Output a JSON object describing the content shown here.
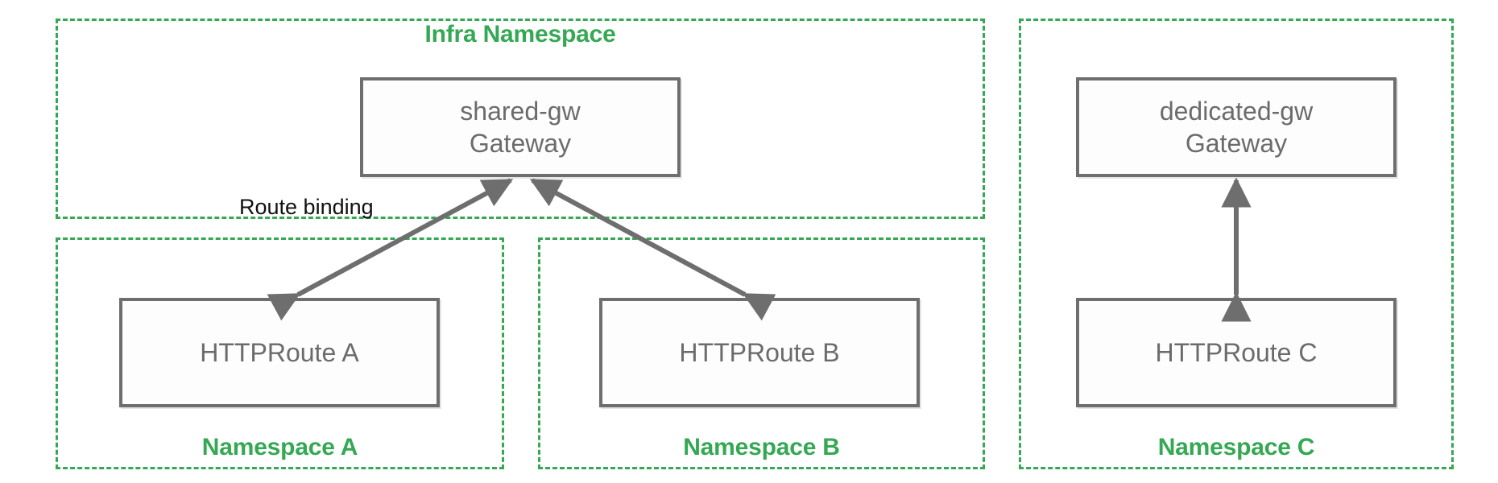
{
  "diagram": {
    "title_hidden": "",
    "accent_color": "#34a853",
    "box_border_color": "#6e6e6e",
    "box_text_color": "#6b6b6b",
    "annotation_color": "#111111",
    "background": "#ffffff"
  },
  "namespaces": [
    {
      "id": "infra",
      "label": "Infra Namespace",
      "label_position": "top"
    },
    {
      "id": "namespace-a",
      "label": "Namespace A",
      "label_position": "bottom"
    },
    {
      "id": "namespace-b",
      "label": "Namespace B",
      "label_position": "bottom"
    },
    {
      "id": "namespace-c",
      "label": "Namespace C",
      "label_position": "bottom"
    }
  ],
  "resources": [
    {
      "id": "shared-gw",
      "kind": "Gateway",
      "name": "shared-gw",
      "line1": "shared-gw",
      "line2": "Gateway"
    },
    {
      "id": "dedicated-gw",
      "kind": "Gateway",
      "name": "dedicated-gw",
      "line1": "dedicated-gw",
      "line2": "Gateway"
    },
    {
      "id": "httproute-a",
      "kind": "HTTPRoute",
      "name": "HTTPRoute A",
      "line1": "HTTPRoute A",
      "line2": ""
    },
    {
      "id": "httproute-b",
      "kind": "HTTPRoute",
      "name": "HTTPRoute B",
      "line1": "HTTPRoute B",
      "line2": ""
    },
    {
      "id": "httproute-c",
      "kind": "HTTPRoute",
      "name": "HTTPRoute C",
      "line1": "HTTPRoute C",
      "line2": ""
    }
  ],
  "annotations": [
    {
      "id": "route-binding",
      "text": "Route binding"
    }
  ],
  "edges": [
    {
      "from": "httproute-a",
      "to": "shared-gw",
      "style": "double-headed"
    },
    {
      "from": "httproute-b",
      "to": "shared-gw",
      "style": "double-headed"
    },
    {
      "from": "httproute-c",
      "to": "dedicated-gw",
      "style": "double-headed"
    }
  ]
}
